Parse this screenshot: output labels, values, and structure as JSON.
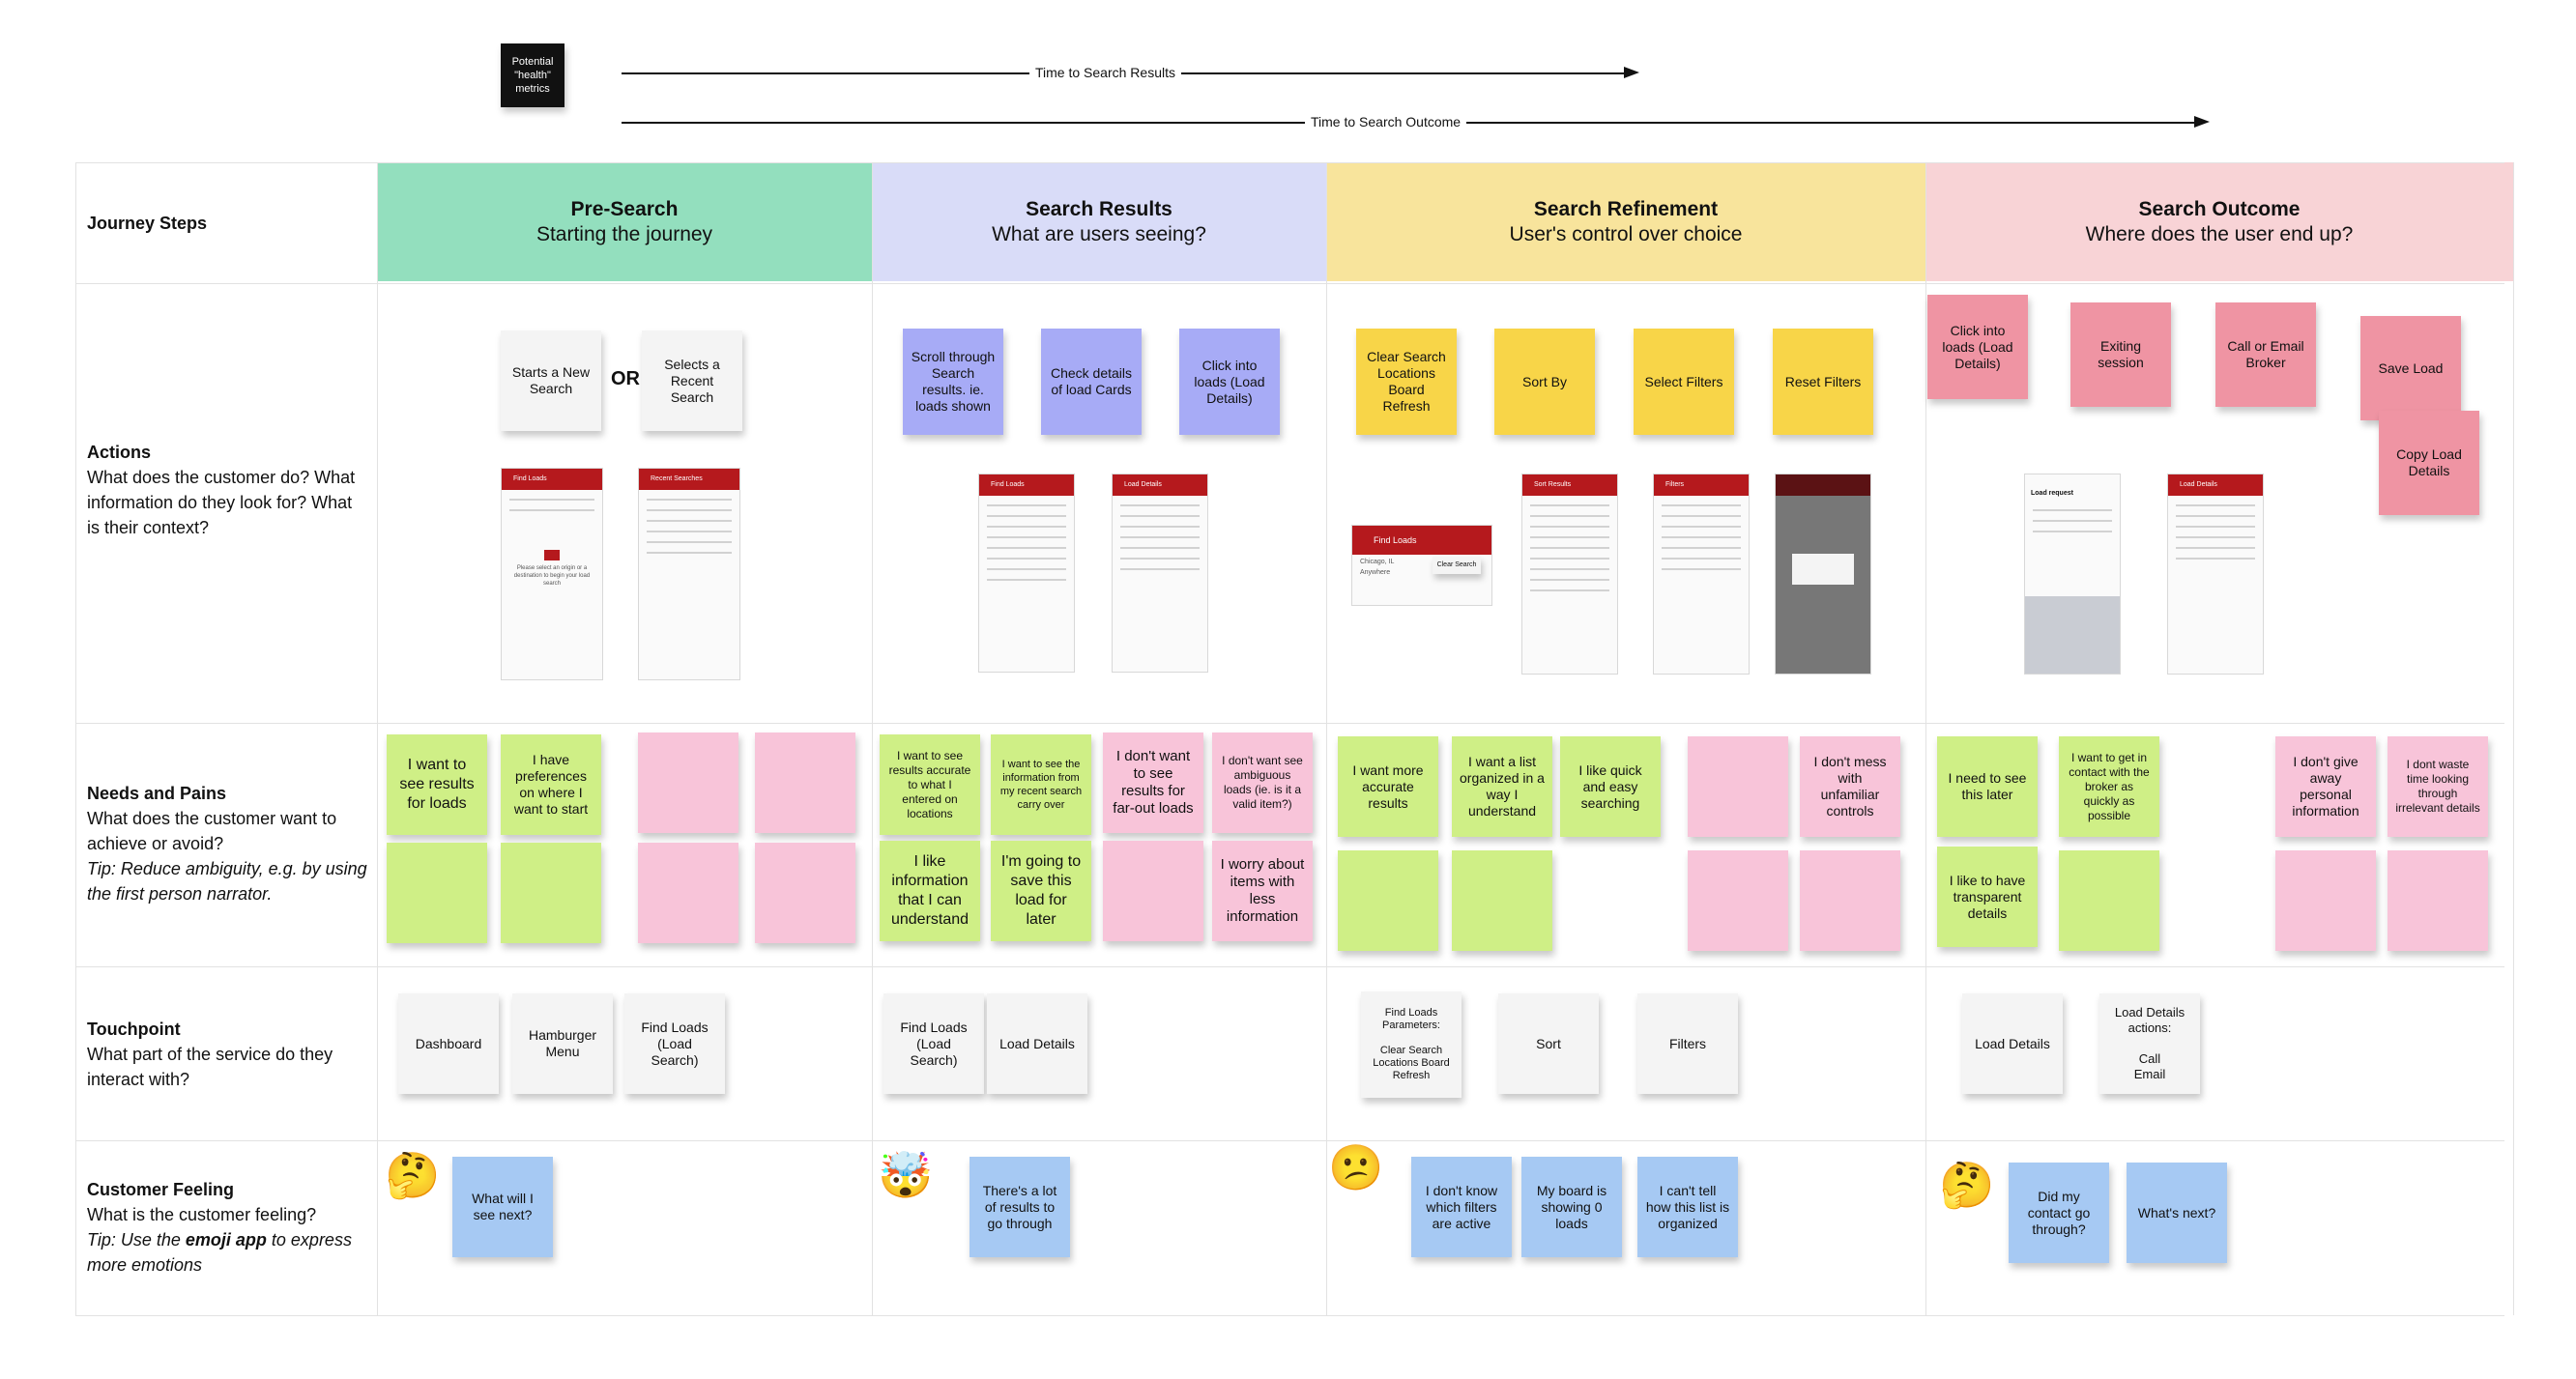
{
  "metrics_note": "Potential \"health\" metrics",
  "arrows": {
    "search_results": "Time to Search Results",
    "search_outcome": "Time to Search Outcome"
  },
  "rows": {
    "journey_steps": "Journey Steps",
    "actions": {
      "title": "Actions",
      "desc": "What does the customer do? What information do they look for? What is their context?"
    },
    "needs": {
      "title": "Needs and Pains",
      "desc": "What does the customer want to achieve or avoid?",
      "tip": "Tip: Reduce ambiguity, e.g. by using the first person narrator."
    },
    "touchpoint": {
      "title": "Touchpoint",
      "desc": "What part of the service do they interact with?"
    },
    "feeling": {
      "title": "Customer Feeling",
      "desc": "What is the customer feeling?",
      "tip_pre": "Tip: Use the ",
      "tip_bold": "emoji app",
      "tip_post": " to express more emotions"
    }
  },
  "stages": [
    {
      "title": "Pre-Search",
      "subtitle": "Starting the journey",
      "color": "#93dfbe"
    },
    {
      "title": "Search Results",
      "subtitle": "What are users seeing?",
      "color": "#d9dcf8"
    },
    {
      "title": "Search Refinement",
      "subtitle": "User's control over choice",
      "color": "#f8e49c"
    },
    {
      "title": "Search Outcome",
      "subtitle": "Where does the user end up?",
      "color": "#f8d3d6"
    }
  ],
  "actions": {
    "presearch": [
      "Starts a New Search",
      "Selects a Recent Search"
    ],
    "or_label": "OR",
    "results": [
      "Scroll through Search results. ie. loads shown",
      "Check details of load Cards",
      "Click into loads (Load Details)"
    ],
    "refinement": [
      "Clear Search Locations Board Refresh",
      "Sort By",
      "Select Filters",
      "Reset Filters"
    ],
    "outcome": [
      "Click into loads (Load Details)",
      "Exiting session",
      "Call or Email Broker",
      "Save Load",
      "Copy Load Details"
    ]
  },
  "needs": {
    "presearch": [
      "I want to see results for loads",
      "I have preferences on where I want to start"
    ],
    "results": [
      "I want to see results accurate to what I entered on locations",
      "I want to see the information from my recent search carry over",
      "I don't want to see results for far-out loads",
      "I don't want see ambiguous loads (ie. is it a valid item?)",
      "I like information that I can understand",
      "I'm going to save this load for later",
      "I worry about items with less information"
    ],
    "refinement": [
      "I want more accurate results",
      "I want a list organized in a way I understand",
      "I like quick and easy searching",
      "I don't mess with unfamiliar controls"
    ],
    "outcome": [
      "I need to see this later",
      "I want to get in contact with the broker as quickly as possible",
      "I like to have transparent details",
      "I don't give away personal information",
      "I dont waste time looking through irrelevant details"
    ]
  },
  "touchpoints": {
    "presearch": [
      "Dashboard",
      "Hamburger Menu",
      "Find Loads\n(Load Search)"
    ],
    "results": [
      "Find Loads\n(Load Search)",
      "Load Details"
    ],
    "refinement": [
      "Find Loads Parameters:\n\nClear Search Locations Board Refresh",
      "Sort",
      "Filters"
    ],
    "outcome": [
      "Load Details",
      "Load Details actions:\n\nCall\nEmail"
    ]
  },
  "feelings": {
    "presearch": {
      "emoji": "🤔",
      "notes": [
        "What will I see next?"
      ]
    },
    "results": {
      "emoji": "🤯",
      "notes": [
        "There's a lot of results to go through"
      ]
    },
    "refinement": {
      "emoji": "😕",
      "notes": [
        "I don't know which filters are active",
        "My board is showing 0 loads",
        "I can't tell how this list is organized"
      ]
    },
    "outcome": {
      "emoji": "🤔",
      "notes": [
        "Did my contact go through?",
        "What's next?"
      ]
    }
  },
  "screens": {
    "find_loads": "Find Loads",
    "recent": "Recent Searches",
    "load_details": "Load Details",
    "clear_search": "Clear Search",
    "load_request": "Load request",
    "origin": "Chicago, IL",
    "dest": "Anywhere",
    "empty": "Please select an origin or a destination to begin your load search",
    "sort": "Sort",
    "filters": "Filters",
    "sort_by": "Sort Results",
    "filter_title": "Filters"
  },
  "colors": {
    "accent_red": "#b5191d",
    "sticky_yellow": "#f8d548",
    "sticky_pink": "#ef94a3",
    "sticky_blue": "#a7abf6",
    "sticky_green": "#cfef86",
    "sticky_light_pink": "#f8c4d9",
    "sticky_sky": "#a6c9f3"
  }
}
